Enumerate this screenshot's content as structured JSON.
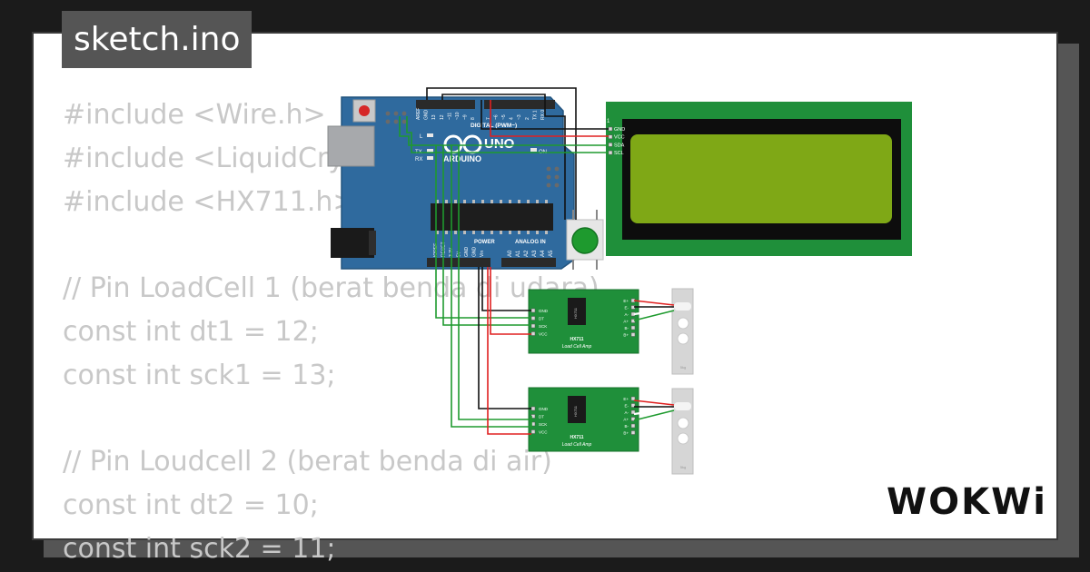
{
  "title": "sketch.ino",
  "code_lines": [
    "#include <Wire.h>",
    "#include <LiquidCrystal_I2C.h>",
    "#include <HX711.h>",
    "",
    "// Pin LoadCell 1 (berat benda di udara)",
    "const int dt1 = 12;",
    "const int sck1 = 13;",
    "",
    "// Pin Loudcell 2 (berat benda di air)",
    "const int dt2 = 10;",
    "const int sck2 = 11;"
  ],
  "arduino": {
    "brand": "ARDUINO",
    "model": "UNO",
    "header_digital": "DIGITAL (PWM~)",
    "header_power": "POWER",
    "header_analog": "ANALOG IN",
    "label_on": "ON",
    "label_l": "L",
    "label_tx": "TX",
    "label_rx": "RX",
    "analog_pins": [
      "A0",
      "A1",
      "A2",
      "A3",
      "A4",
      "A5"
    ],
    "power_pins": [
      "IOREF",
      "RESET",
      "3.3V",
      "5V",
      "GND",
      "GND",
      "Vin"
    ],
    "digital_pins": [
      "AREF",
      "GND",
      "13",
      "12",
      "~11",
      "~10",
      "~9",
      "8",
      "7",
      "~6",
      "~5",
      "4",
      "~3",
      "2",
      "TX 1",
      "RX 0"
    ]
  },
  "lcd": {
    "pin_labels": [
      "GND",
      "VCC",
      "SDA",
      "SCL"
    ],
    "pin_number": "1"
  },
  "hx711_modules": [
    {
      "chip": "HX711",
      "title": "HX711",
      "subtitle": "Load Cell Amp",
      "left_pins": [
        "GND",
        "DT",
        "SCK",
        "VCC"
      ],
      "right_pins": [
        "E+",
        "E-",
        "A-",
        "A+",
        "B-",
        "B+"
      ]
    },
    {
      "chip": "HX711",
      "title": "HX711",
      "subtitle": "Load Cell Amp",
      "left_pins": [
        "GND",
        "DT",
        "SCK",
        "VCC"
      ],
      "right_pins": [
        "E+",
        "E-",
        "A-",
        "A+",
        "B-",
        "B+"
      ]
    }
  ],
  "load_cells": [
    {
      "capacity": "5kg"
    },
    {
      "capacity": "5kg"
    }
  ],
  "logo": "WOKWi",
  "colors": {
    "background": "#1b1b1b",
    "code_text": "#c8c8c8",
    "title_tag": "#555555",
    "arduino_board": "#2f6a9e",
    "hx711_board": "#1f8f3a",
    "lcd_board": "#1f8f3a",
    "lcd_screen": "#7fa816",
    "wire_red": "#e02020",
    "wire_green": "#1e9a2e",
    "wire_black": "#111111",
    "button_cap": "#1e9a2e"
  }
}
